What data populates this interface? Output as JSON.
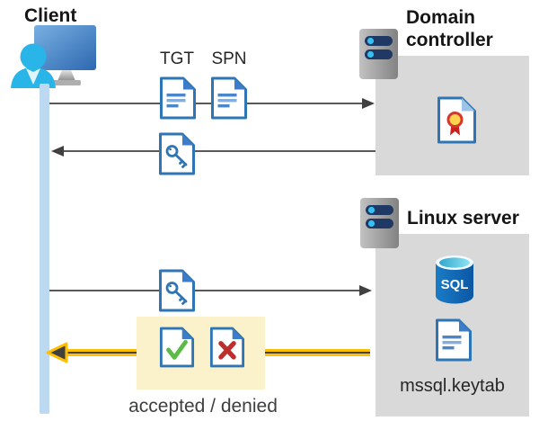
{
  "diagram": {
    "client": {
      "label": "Client"
    },
    "domain_controller": {
      "label": "Domain controller"
    },
    "linux_server": {
      "label": "Linux server"
    },
    "tickets": {
      "tgt_label": "TGT",
      "spn_label": "SPN"
    },
    "sql_badge": "SQL",
    "keytab_label": "mssql.keytab",
    "result_label": "accepted / denied"
  },
  "colors": {
    "doc_border": "#2E75B6",
    "doc_fold": "#3D7CC9",
    "cert_fold": "#9DC3E6",
    "gray_panel": "#D9D9D9",
    "lifeline_blue": "#BDD8F1",
    "arrow_line": "#595959",
    "arrow_head": "#404040",
    "highlight_box": "#FBF2CC",
    "highlight_arrow_yellow": "#FFC000",
    "accept_green": "#5BBB46",
    "deny_red": "#BE2E2D",
    "person_cyan": "#2AB5E8",
    "sql_blue": "#0F63AE"
  }
}
